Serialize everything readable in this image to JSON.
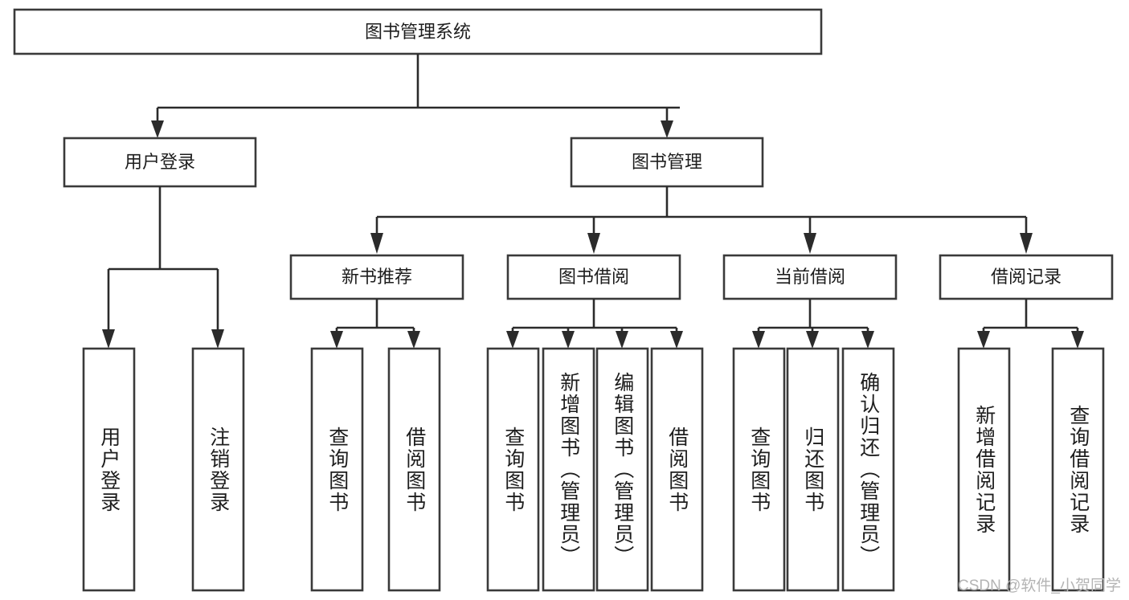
{
  "diagram": {
    "type": "tree",
    "orientation": "top-down",
    "title_node": {
      "label": "图书管理系统"
    },
    "level2": [
      {
        "id": "user-login",
        "label": "用户登录"
      },
      {
        "id": "book-management",
        "label": "图书管理"
      }
    ],
    "level3": [
      {
        "id": "new-book-recommend",
        "label": "新书推荐",
        "parent": "book-management"
      },
      {
        "id": "book-borrow",
        "label": "图书借阅",
        "parent": "book-management"
      },
      {
        "id": "current-borrow",
        "label": "当前借阅",
        "parent": "book-management"
      },
      {
        "id": "borrow-record",
        "label": "借阅记录",
        "parent": "book-management"
      }
    ],
    "leaves": [
      {
        "id": "leaf-user-login",
        "label": "用户登录",
        "parent": "user-login"
      },
      {
        "id": "leaf-logout",
        "label": "注销登录",
        "parent": "user-login"
      },
      {
        "id": "leaf-query-book-1",
        "label": "查询图书",
        "parent": "new-book-recommend"
      },
      {
        "id": "leaf-borrow-book-1",
        "label": "借阅图书",
        "parent": "new-book-recommend"
      },
      {
        "id": "leaf-query-book-2",
        "label": "查询图书",
        "parent": "book-borrow"
      },
      {
        "id": "leaf-add-book",
        "label": "新增图书（管理员）",
        "parent": "book-borrow"
      },
      {
        "id": "leaf-edit-book",
        "label": "编辑图书（管理员）",
        "parent": "book-borrow"
      },
      {
        "id": "leaf-borrow-book-2",
        "label": "借阅图书",
        "parent": "book-borrow"
      },
      {
        "id": "leaf-query-book-3",
        "label": "查询图书",
        "parent": "current-borrow"
      },
      {
        "id": "leaf-return-book",
        "label": "归还图书",
        "parent": "current-borrow"
      },
      {
        "id": "leaf-confirm-return",
        "label": "确认归还（管理员）",
        "parent": "current-borrow"
      },
      {
        "id": "leaf-add-record",
        "label": "新增借阅记录",
        "parent": "borrow-record"
      },
      {
        "id": "leaf-query-record",
        "label": "查询借阅记录",
        "parent": "borrow-record"
      }
    ],
    "colors": {
      "box_fill": "#ffffff",
      "box_stroke": "#3a3a3a",
      "connector": "#2b2b2b",
      "text": "#1d1d1d",
      "background": "#ffffff",
      "watermark": "#b4b4b4"
    }
  },
  "watermark": {
    "text": "CSDN @软件_小贺同学"
  }
}
